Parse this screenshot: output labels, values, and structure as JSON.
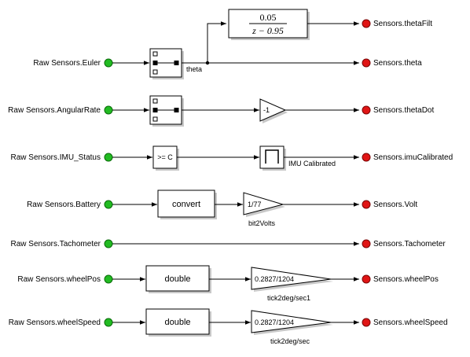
{
  "inports": [
    {
      "label": "Raw Sensors.Euler"
    },
    {
      "label": "Raw Sensors.AngularRate"
    },
    {
      "label": "Raw Sensors.IMU_Status"
    },
    {
      "label": "Raw Sensors.Battery"
    },
    {
      "label": "Raw Sensors.Tachometer"
    },
    {
      "label": "Raw Sensors.wheelPos"
    },
    {
      "label": "Raw Sensors.wheelSpeed"
    }
  ],
  "outports": [
    {
      "label": "Sensors.thetaFilt"
    },
    {
      "label": "Sensors.theta"
    },
    {
      "label": "Sensors.thetaDot"
    },
    {
      "label": "Sensors.imuCalibrated"
    },
    {
      "label": "Sensors.Volt"
    },
    {
      "label": "Sensors.Tachometer"
    },
    {
      "label": "Sensors.wheelPos"
    },
    {
      "label": "Sensors.wheelSpeed"
    }
  ],
  "blocks": {
    "filter_numerator": "0.05",
    "filter_denominator": "z − 0.95",
    "euler_signal_label": "theta",
    "gain_neg": "-1",
    "compare": ">= C",
    "imu_label": "IMU Calibrated",
    "convert": "convert",
    "gain_battery": "1/77",
    "gain_battery_label": "bit2Volts",
    "double_pos": "double",
    "gain_pos": "0.2827/1204",
    "gain_pos_label": "tick2deg/sec1",
    "double_speed": "double",
    "gain_speed": "0.2827/1204",
    "gain_speed_label": "tick2deg/sec"
  },
  "colors": {
    "inport": "#22bb22",
    "outport": "#e01515",
    "shadow": "#c8c8c8"
  }
}
